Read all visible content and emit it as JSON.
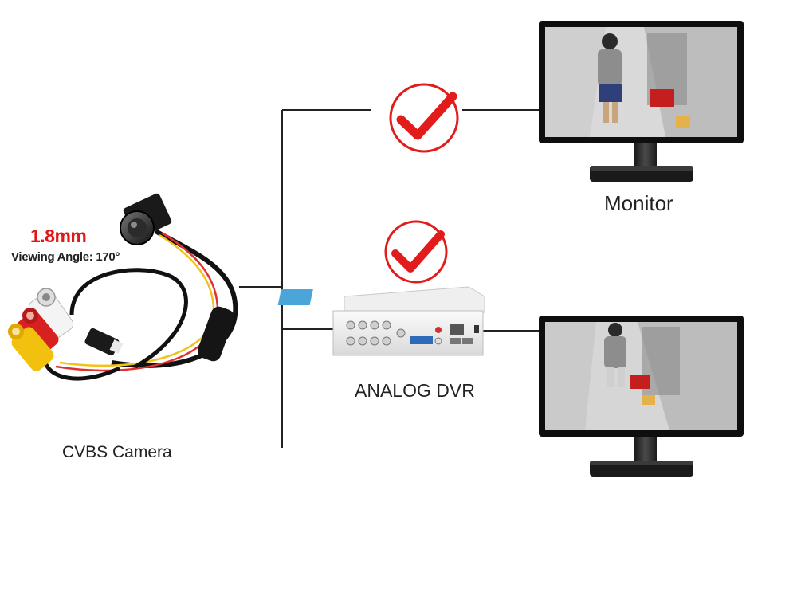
{
  "camera": {
    "lens_spec": "1.8mm",
    "viewing_angle": "Viewing Angle: 170°",
    "label": "CVBS Camera"
  },
  "dvr": {
    "label": "ANALOG DVR"
  },
  "monitor_top": {
    "label": "Monitor"
  },
  "colors": {
    "check_mark": "#e21b1b",
    "wire": "#222222",
    "plug_red": "#d72020",
    "plug_yellow": "#f2c10f",
    "plug_white": "#f4f4f4"
  }
}
